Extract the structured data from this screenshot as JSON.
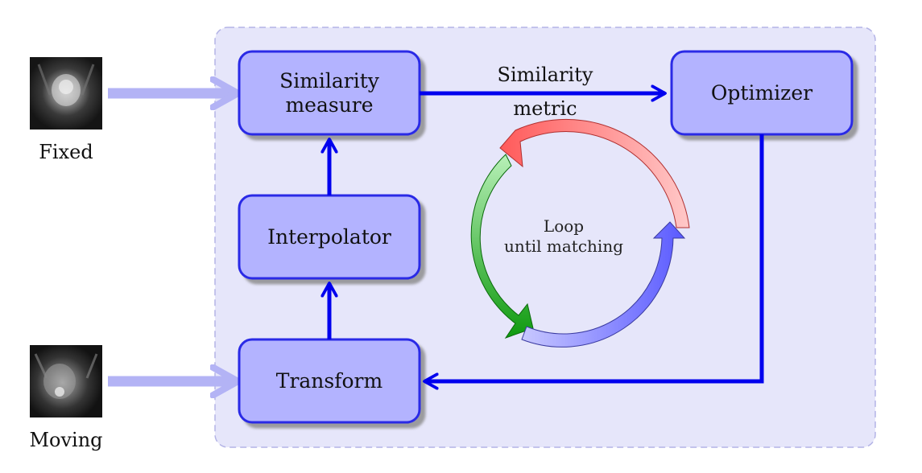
{
  "inputs": {
    "fixed_label": "Fixed",
    "moving_label": "Moving"
  },
  "boxes": {
    "similarity_line1": "Similarity",
    "similarity_line2": "measure",
    "optimizer": "Optimizer",
    "interpolator": "Interpolator",
    "transform": "Transform"
  },
  "edge_labels": {
    "similarity_line1": "Similarity",
    "similarity_line2": "metric"
  },
  "loop": {
    "line1": "Loop",
    "line2": "until matching"
  },
  "colors": {
    "panel_fill": "#e6e6fa",
    "panel_border": "#b4b4e6",
    "box_fill": "#b3b3ff",
    "box_border": "#2a2ae6",
    "arrow": "#0000ee",
    "input_arrow": "#b3b3f5",
    "loop_red": "#ff7070",
    "loop_green": "#22aa22",
    "loop_blue": "#7070ff"
  },
  "icons": {
    "fixed_image": "mri-scan-icon",
    "moving_image": "mri-scan-icon"
  }
}
